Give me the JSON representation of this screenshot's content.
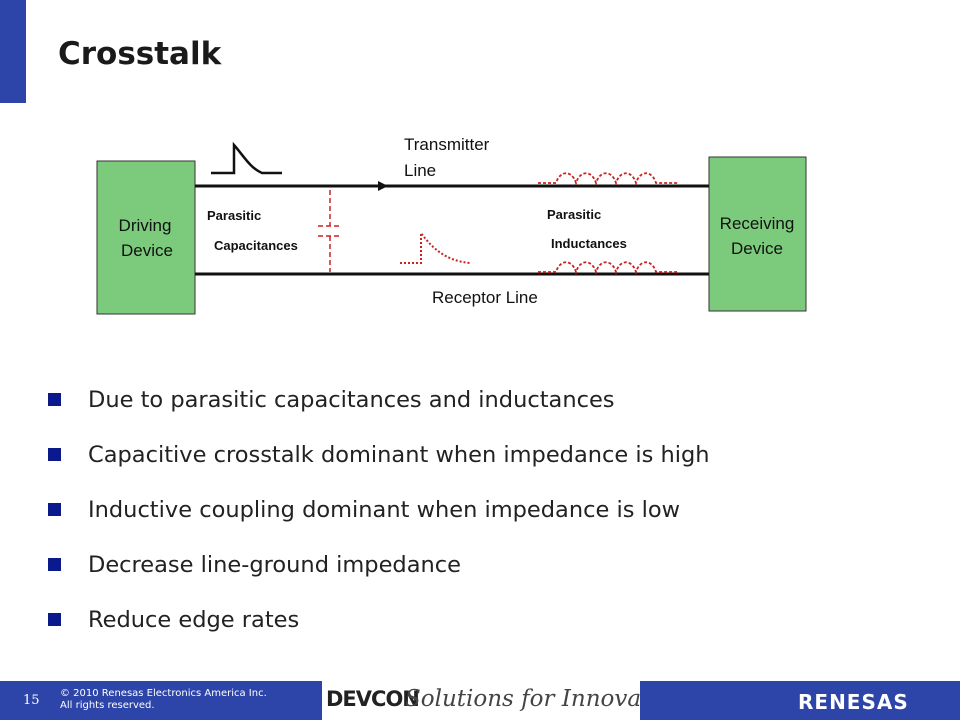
{
  "slide": {
    "title": "Crosstalk",
    "colors": {
      "accent_blue": "#2d44a8",
      "device_green": "#7ccb7c",
      "parasitic_red": "#cc2222",
      "bullet_blue": "#0a1a8c"
    }
  },
  "diagram": {
    "driving_device": [
      "Driving",
      "Device"
    ],
    "receiving_device": [
      "Receiving",
      "Device"
    ],
    "transmitter_line": [
      "Transmitter",
      "Line"
    ],
    "receptor_line": "Receptor Line",
    "parasitic_capacitances": [
      "Parasitic",
      "Capacitances"
    ],
    "parasitic_inductances": [
      "Parasitic",
      "Inductances"
    ]
  },
  "bullets": [
    "Due to parasitic capacitances and inductances",
    "Capacitive crosstalk dominant when impedance is high",
    "Inductive coupling dominant when impedance is low",
    "Decrease line-ground impedance",
    "Reduce edge rates"
  ],
  "footer": {
    "page_number": "15",
    "copyright_line1": "© 2010 Renesas Electronics America Inc.",
    "copyright_line2": "All rights reserved.",
    "devcon_logo": "DEVCON",
    "tagline": "Solutions for Innovation",
    "brand_logo": "RENESAS"
  }
}
